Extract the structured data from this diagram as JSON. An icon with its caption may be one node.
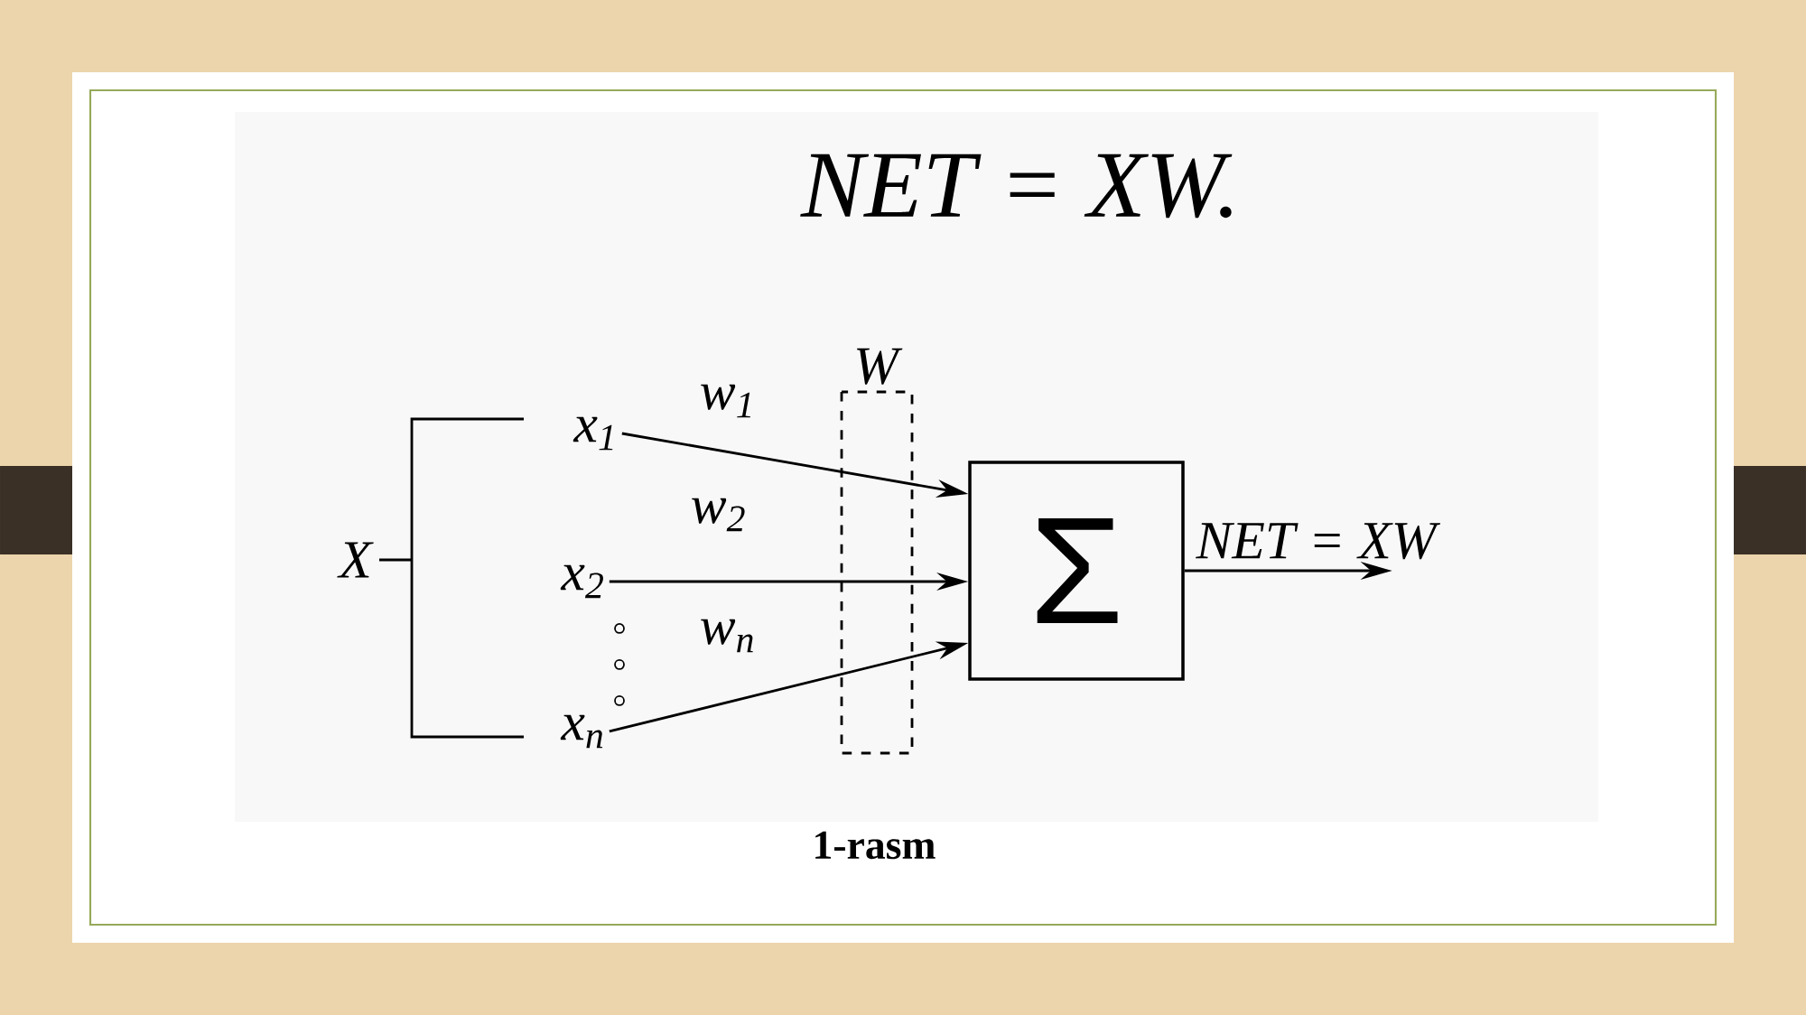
{
  "diagram": {
    "title": "NET = XW.",
    "nodes": [
      {
        "text": [
          "x$_{1}$"
        ]
      },
      {
        "text": [
          "x$_{2}$"
        ]
      },
      {
        "text": [
          "x$_{n}$"
        ]
      },
      {
        "text": [
          "Σ"
        ]
      }
    ],
    "edges": [
      {
        "from": 0,
        "to": 3,
        "arrow": "to",
        "label": "w$_{1}$"
      },
      {
        "from": 1,
        "to": 3,
        "arrow": "to",
        "label": "w$_{2}$"
      },
      {
        "from": 2,
        "to": 3,
        "arrow": "to",
        "label": "w$_{n}$"
      },
      {
        "from": 3,
        "to": null,
        "arrow": "to",
        "label": "NET = XW"
      }
    ],
    "labels": [
      "X",
      "W"
    ],
    "caption": "1-rasm"
  }
}
